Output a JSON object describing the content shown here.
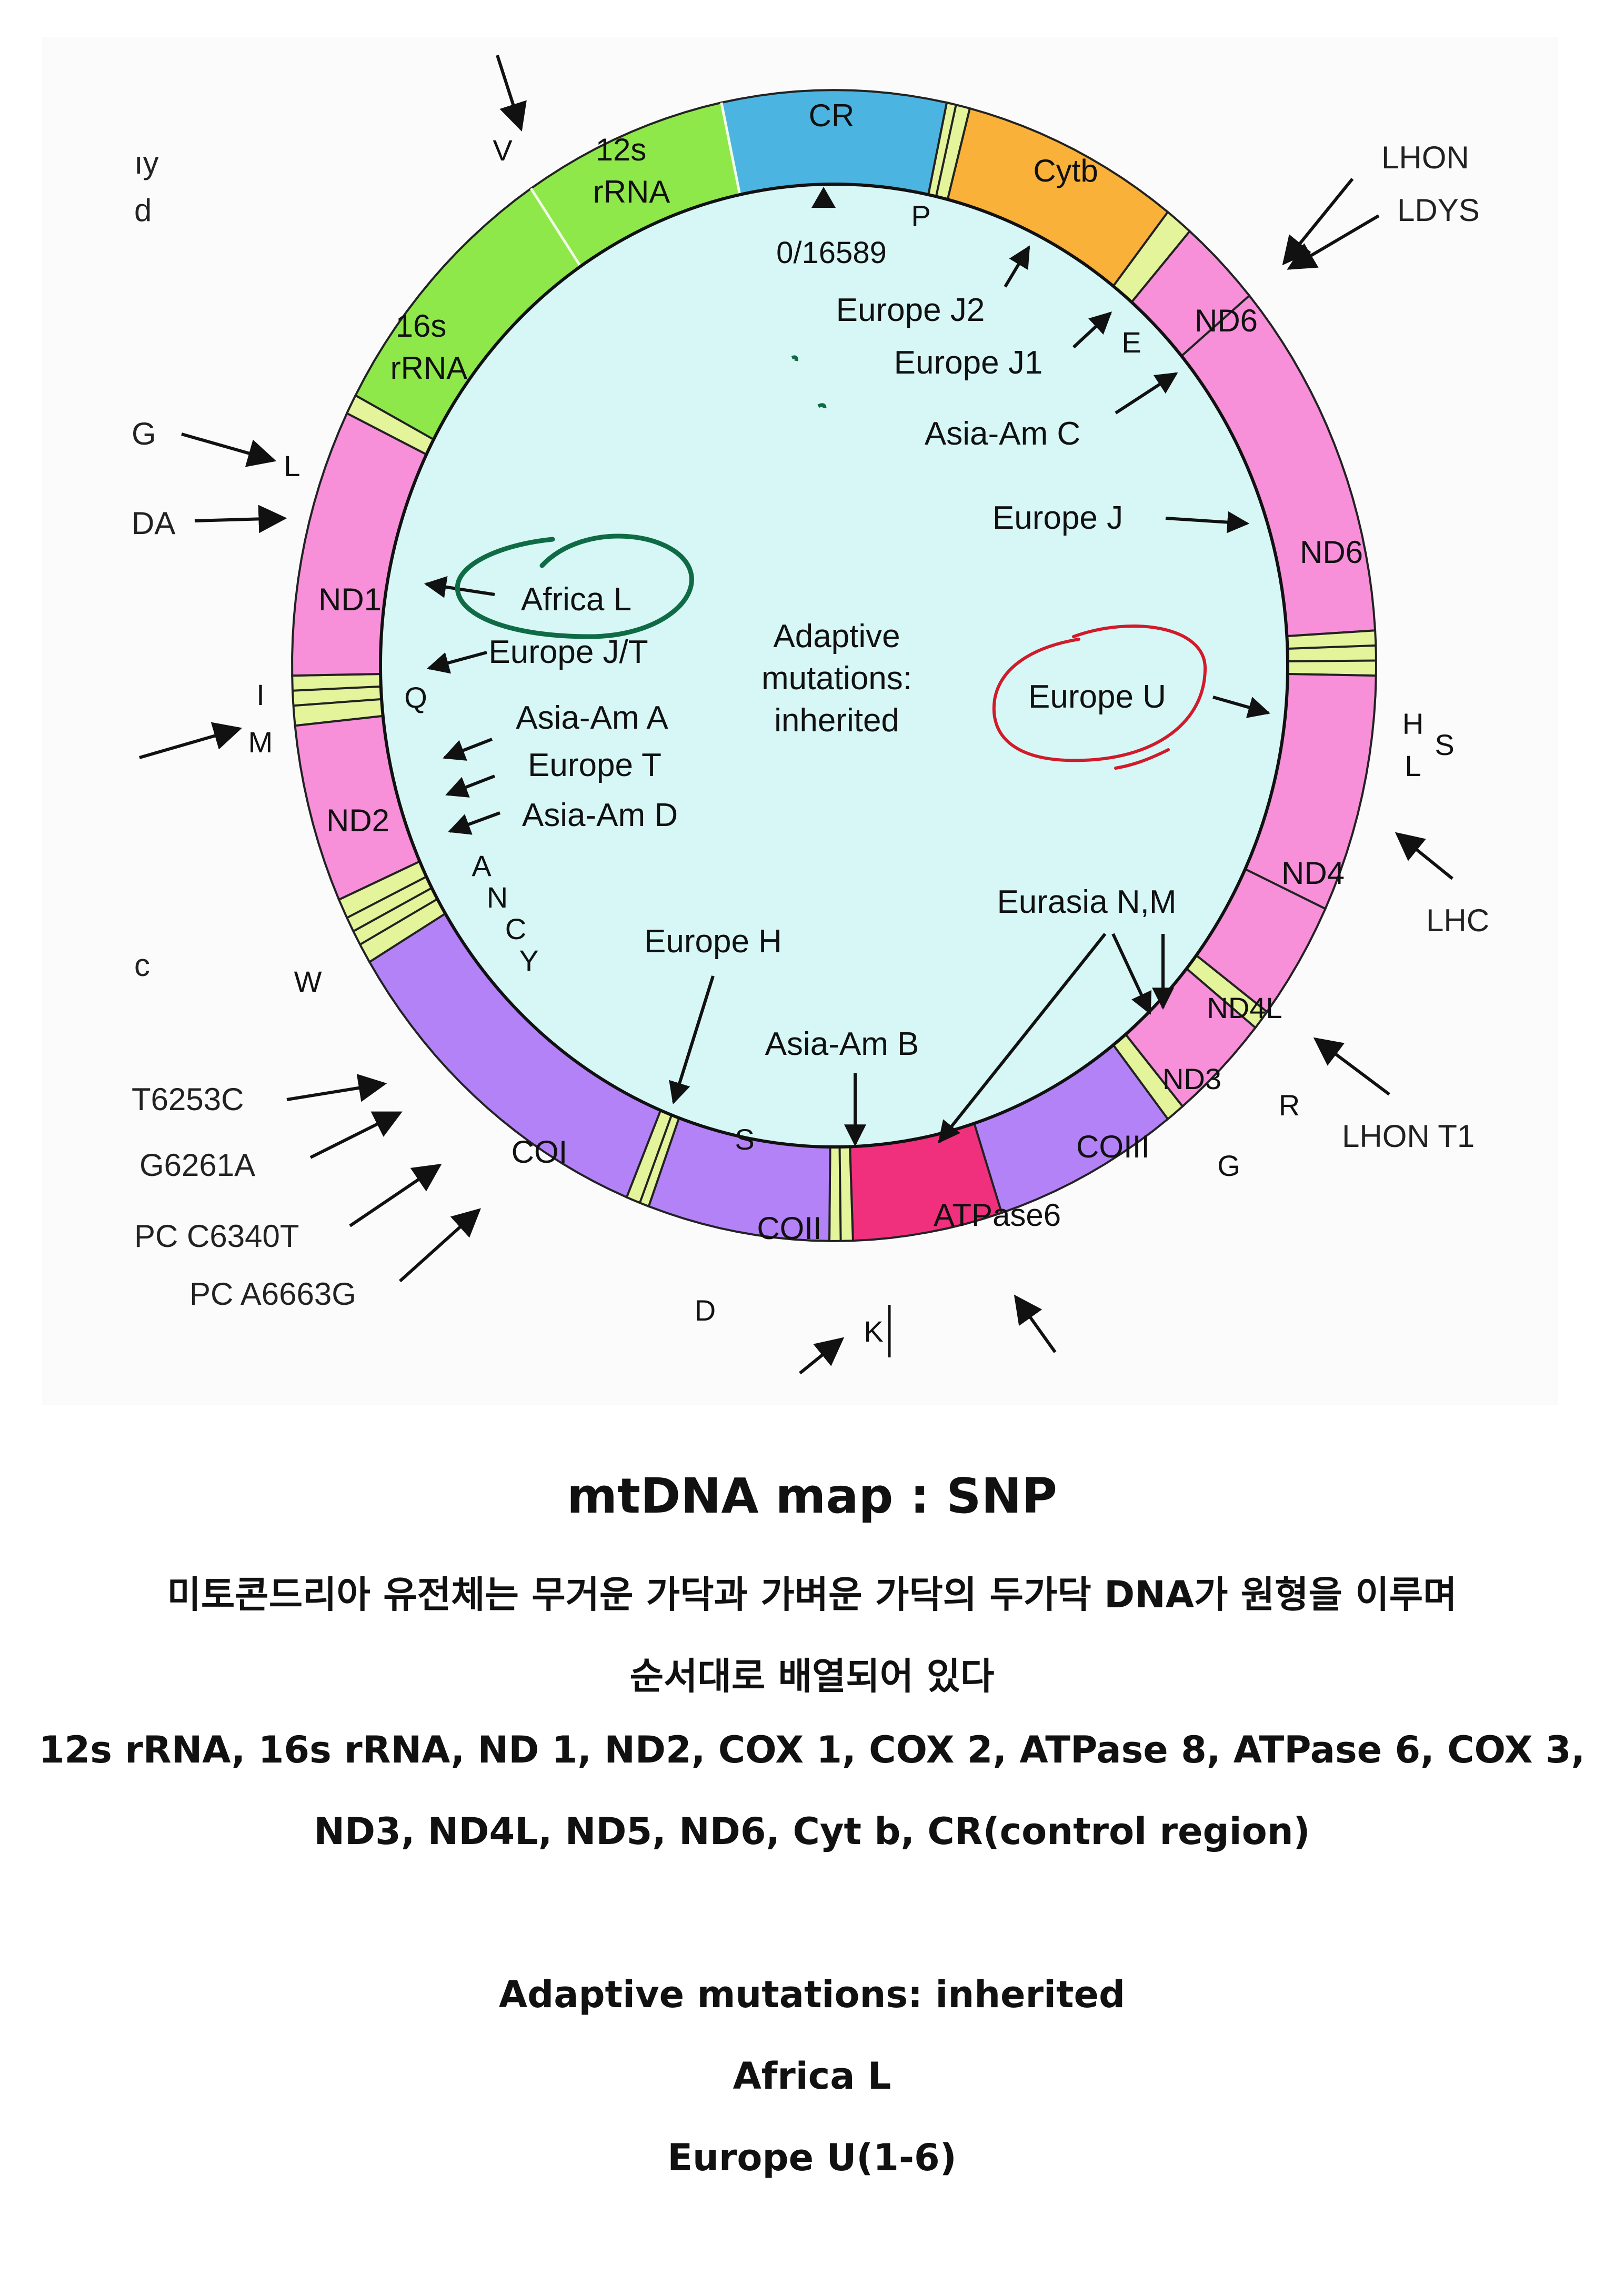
{
  "diagram": {
    "center_text": [
      "Adaptive",
      "mutations:",
      "inherited"
    ],
    "origin_label": "0/16589",
    "segments": {
      "cr": "CR",
      "cytb": "Cytb",
      "rrna12": [
        "12s",
        "rRNA"
      ],
      "rrna16": [
        "16s",
        "rRNA"
      ],
      "nd6a": "ND6",
      "nd6b": "ND6",
      "nd1": "ND1",
      "nd2": "ND2",
      "nd4": "ND4",
      "nd4l": "ND4L",
      "nd3": "ND3",
      "coi": "COI",
      "coii": "COII",
      "coiii": "COIII",
      "atpase6": "ATPase6"
    },
    "trna_letters": {
      "p": "P",
      "e": "E",
      "v": "V",
      "l": "L",
      "i": "I",
      "m": "M",
      "q": "Q",
      "a": "A",
      "n": "N",
      "c": "C",
      "y": "Y",
      "w": "W",
      "s1": "S",
      "d": "D",
      "k": "K",
      "g": "G",
      "r": "R",
      "hs_h": "H",
      "hs_s": "S",
      "hs_l": "L"
    },
    "haplogroups": {
      "europe_j2": "Europe J2",
      "europe_j1": "Europe J1",
      "asia_am_c": "Asia-Am C",
      "europe_j": "Europe J",
      "africa_l": "Africa L",
      "europe_jt": "Europe J/T",
      "asia_am_a": "Asia-Am A",
      "europe_t": "Europe T",
      "asia_am_d": "Asia-Am D",
      "europe_u": "Europe U",
      "eurasia_nm": "Eurasia N,M",
      "europe_h": "Europe H",
      "asia_am_b": "Asia-Am B"
    },
    "outer_labels": {
      "lhon1": "LHON",
      "ldys": "LDYS",
      "lhc": "LHC",
      "lhon_t1": "LHON T1",
      "left_y": "ıy",
      "left_d": "d",
      "left_g": "G",
      "left_da": "DA",
      "left_c": "c",
      "t6253c": "T6253C",
      "g6261a": "G6261A",
      "pc_c6340t": "PC C6340T",
      "pc_a6663g": "PC A6663G"
    },
    "colors": {
      "cr": "#4cb4e0",
      "cytb": "#f9b13a",
      "rrna": "#8fe84a",
      "nd": "#f78fd9",
      "co": "#b482f7",
      "atpase": "#f0307d",
      "trna": "#e3f49a",
      "interior": "#d6f7f6",
      "annotation_green": "#0f6b45",
      "annotation_red": "#d11a2a"
    }
  },
  "caption": {
    "title": "mtDNA map : SNP",
    "line1": "미토콘드리아 유전체는 무거운 가닥과 가벼운 가닥의 두가닥 DNA가 원형을 이루며",
    "line2": "순서대로 배열되어 있다",
    "line3": "12s rRNA, 16s rRNA, ND 1, ND2, COX 1, COX 2, ATPase 8, ATPase 6, COX 3,",
    "line4": "ND3, ND4L, ND5, ND6, Cyt b, CR(control region)",
    "line5": "Adaptive mutations: inherited",
    "line6": "Africa L",
    "line7": "Europe U(1-6)"
  }
}
